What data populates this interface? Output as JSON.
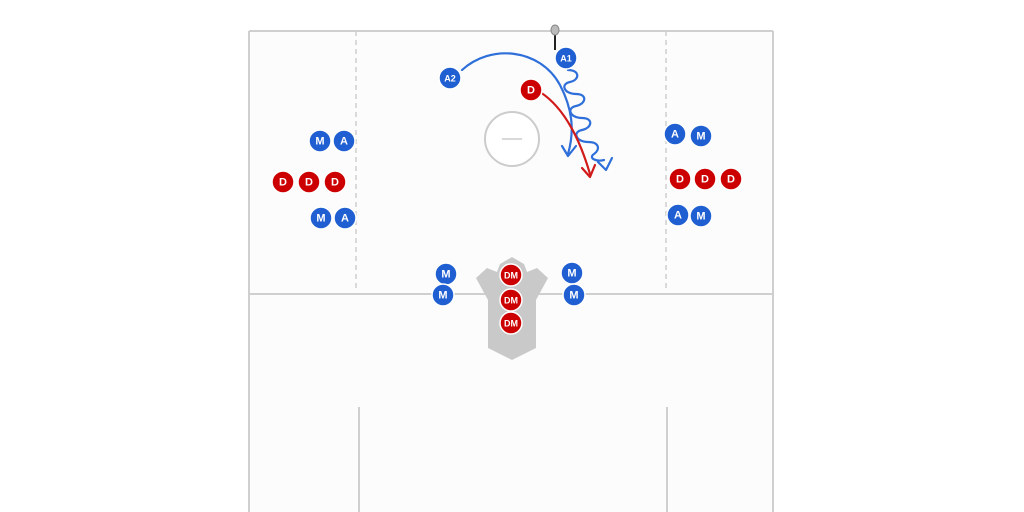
{
  "colors": {
    "offense": "#1f5fd1",
    "defense": "#cc0000",
    "field_line": "#cfcfcf",
    "field_bg": "#fcfcfc",
    "crease": "#cccccc",
    "whistle": "#999999",
    "arrow_offense": "#2f6fd9",
    "arrow_defense": "#d11a1a"
  },
  "players": [
    {
      "label": "A1",
      "team": "offense"
    },
    {
      "label": "A2",
      "team": "offense"
    },
    {
      "label": "D",
      "team": "defense"
    },
    {
      "label": "M",
      "team": "offense"
    },
    {
      "label": "A",
      "team": "offense"
    },
    {
      "label": "D",
      "team": "defense"
    },
    {
      "label": "D",
      "team": "defense"
    },
    {
      "label": "D",
      "team": "defense"
    },
    {
      "label": "M",
      "team": "offense"
    },
    {
      "label": "A",
      "team": "offense"
    },
    {
      "label": "A",
      "team": "offense"
    },
    {
      "label": "M",
      "team": "offense"
    },
    {
      "label": "D",
      "team": "defense"
    },
    {
      "label": "D",
      "team": "defense"
    },
    {
      "label": "D",
      "team": "defense"
    },
    {
      "label": "A",
      "team": "offense"
    },
    {
      "label": "M",
      "team": "offense"
    },
    {
      "label": "M",
      "team": "offense"
    },
    {
      "label": "M",
      "team": "offense"
    },
    {
      "label": "M",
      "team": "offense"
    },
    {
      "label": "M",
      "team": "offense"
    },
    {
      "label": "DM",
      "team": "defense"
    },
    {
      "label": "DM",
      "team": "defense"
    },
    {
      "label": "DM",
      "team": "defense"
    }
  ]
}
